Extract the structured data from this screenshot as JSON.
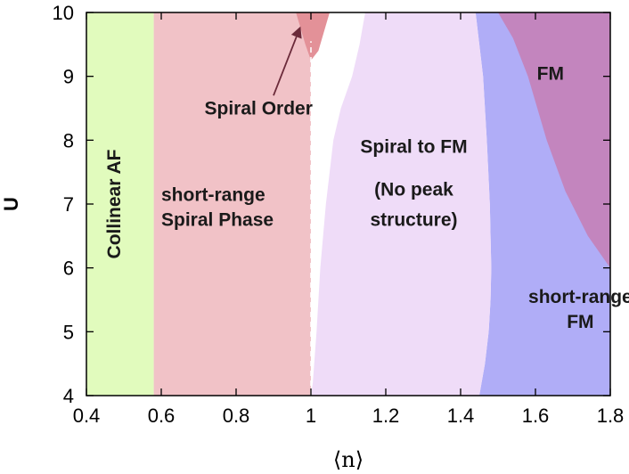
{
  "chart_data": {
    "type": "area",
    "title": "",
    "xlabel": "⟨n⟩",
    "ylabel": "U",
    "xlim": [
      0.4,
      1.8
    ],
    "ylim": [
      4,
      10
    ],
    "xticks": [
      "0.4",
      "0.6",
      "0.8",
      "1",
      "1.2",
      "1.4",
      "1.6",
      "1.8"
    ],
    "yticks": [
      "4",
      "5",
      "6",
      "7",
      "8",
      "9",
      "10"
    ],
    "grid": false,
    "colors": {
      "collinear_af": "#e1fbbd",
      "short_range_spiral": "#f1c2c7",
      "spiral_order": "#e39198",
      "spiral_to_fm": "#efdcf8",
      "short_range_fm": "#b0adf7",
      "fm": "#c385be",
      "dashed_line": "#ffffff"
    },
    "regions": [
      {
        "label_lines": [
          "Collinear AF"
        ],
        "polygon": [
          [
            0.4,
            4
          ],
          [
            0.58,
            4
          ],
          [
            0.58,
            10
          ],
          [
            0.4,
            10
          ]
        ]
      },
      {
        "label_lines": [
          "short-range",
          "Spiral Phase"
        ],
        "polygon": [
          [
            0.58,
            4
          ],
          [
            1.0,
            4
          ],
          [
            1.0,
            10
          ],
          [
            0.58,
            10
          ]
        ]
      },
      {
        "label_lines": [
          "Spiral to FM",
          "(No peak",
          "structure)"
        ],
        "polygon": [
          [
            1.0,
            4
          ],
          [
            1.45,
            4
          ],
          [
            1.45,
            10
          ],
          [
            1.145,
            10
          ],
          [
            1.13,
            9.5
          ],
          [
            1.11,
            9.0
          ],
          [
            1.08,
            8.5
          ],
          [
            1.06,
            8.0
          ],
          [
            1.04,
            7.0
          ],
          [
            1.025,
            6.0
          ],
          [
            1.015,
            5.0
          ],
          [
            1.005,
            4.2
          ],
          [
            1.0,
            4
          ]
        ]
      },
      {
        "label_lines": [
          "short-range",
          "FM"
        ],
        "polygon": [
          [
            1.45,
            4
          ],
          [
            1.8,
            4
          ],
          [
            1.8,
            10
          ],
          [
            1.45,
            10
          ]
        ]
      },
      {
        "label_lines": [
          "FM"
        ],
        "polygon": [
          [
            1.5,
            10
          ],
          [
            1.8,
            10
          ],
          [
            1.8,
            6.0
          ],
          [
            1.74,
            6.5
          ],
          [
            1.68,
            7.2
          ],
          [
            1.63,
            8.0
          ],
          [
            1.58,
            9.0
          ],
          [
            1.54,
            9.6
          ]
        ]
      },
      {
        "label_lines": [
          "Spiral Order"
        ],
        "polygon": [
          [
            0.96,
            10
          ],
          [
            1.05,
            10
          ],
          [
            1.04,
            9.8
          ],
          [
            1.02,
            9.4
          ],
          [
            1.0,
            9.25
          ],
          [
            0.985,
            9.5
          ],
          [
            0.97,
            9.8
          ]
        ]
      }
    ],
    "fm_shortrange_boundary": [
      [
        1.45,
        4
      ],
      [
        1.465,
        4.5
      ],
      [
        1.475,
        5.0
      ],
      [
        1.48,
        5.5
      ],
      [
        1.482,
        6.0
      ],
      [
        1.478,
        7.0
      ],
      [
        1.47,
        8.0
      ],
      [
        1.46,
        9.0
      ],
      [
        1.45,
        9.5
      ],
      [
        1.44,
        10
      ]
    ],
    "dashed_line": {
      "x": 1.0,
      "y_range": [
        4,
        9.55
      ]
    },
    "annotation": {
      "text": "Spiral Order",
      "arrow_from": [
        0.9,
        8.7
      ],
      "arrow_to": [
        0.97,
        9.75
      ]
    }
  }
}
